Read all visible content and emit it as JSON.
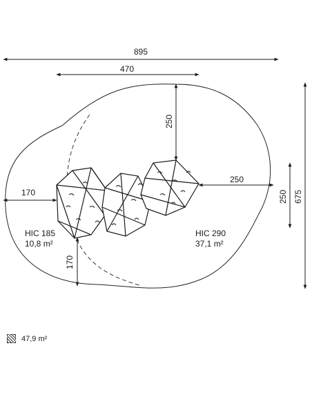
{
  "dimensions": {
    "total_width": "895",
    "structure_width": "470",
    "top_clearance": "250",
    "right_clearance": "250",
    "right_depth": "250",
    "total_depth": "675",
    "left_clearance": "170",
    "bottom_clearance": "170"
  },
  "zones": {
    "left": {
      "hic": "HIC 185",
      "area": "10,8 m²"
    },
    "right": {
      "hic": "HIC 290",
      "area": "37,1 m²"
    }
  },
  "legend": {
    "icon": "hatched-square-icon",
    "total_area": "47,9 m²"
  }
}
